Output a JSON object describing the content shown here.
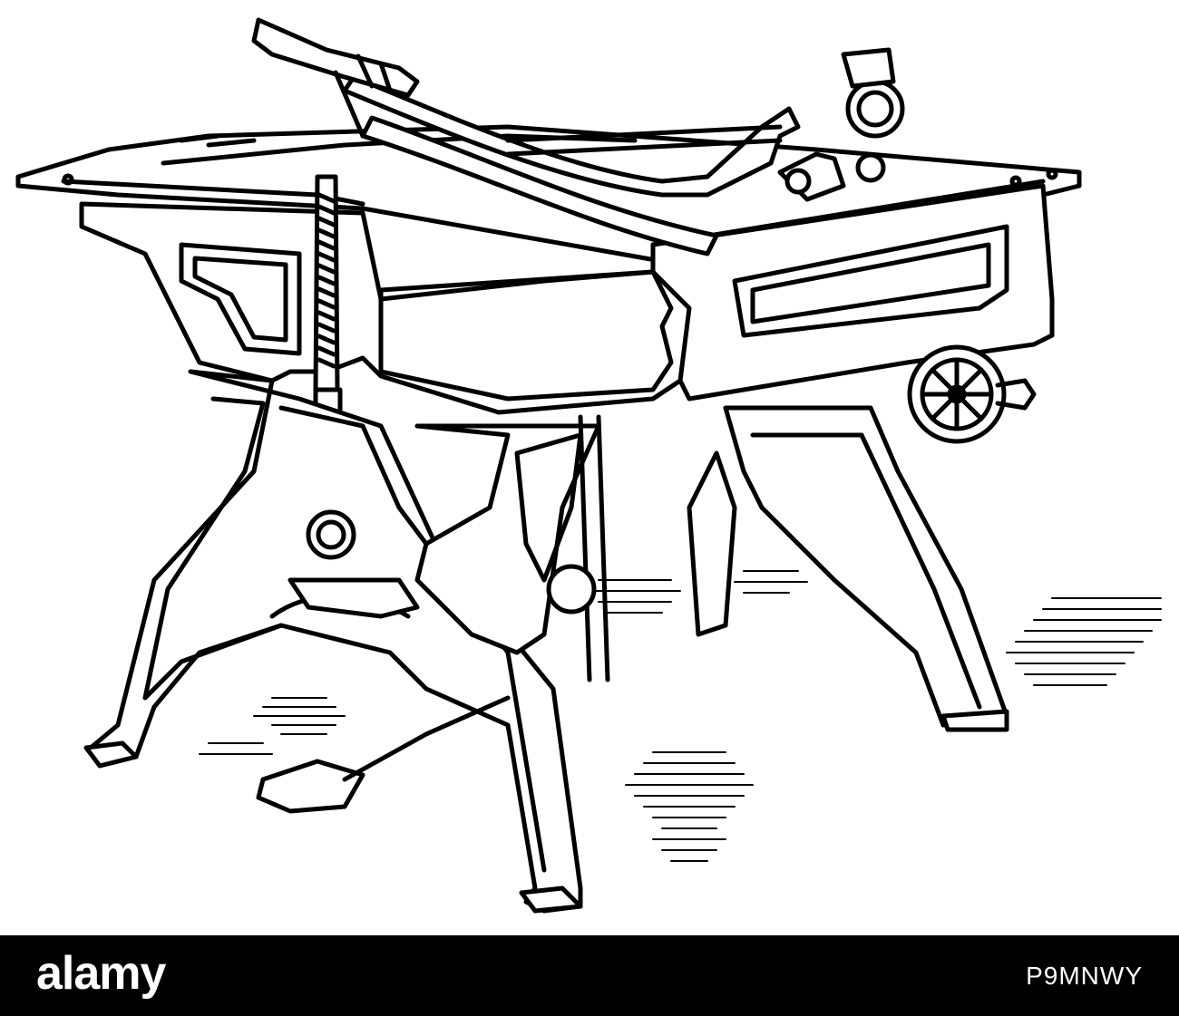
{
  "image": {
    "subject_icon": "paper-cutting-machine-engraving",
    "line_color": "#000000",
    "background_color": "#ffffff"
  },
  "footer": {
    "brand": "alamy",
    "image_id": "P9MNWY",
    "background_color": "#000000",
    "text_color": "#ffffff"
  }
}
